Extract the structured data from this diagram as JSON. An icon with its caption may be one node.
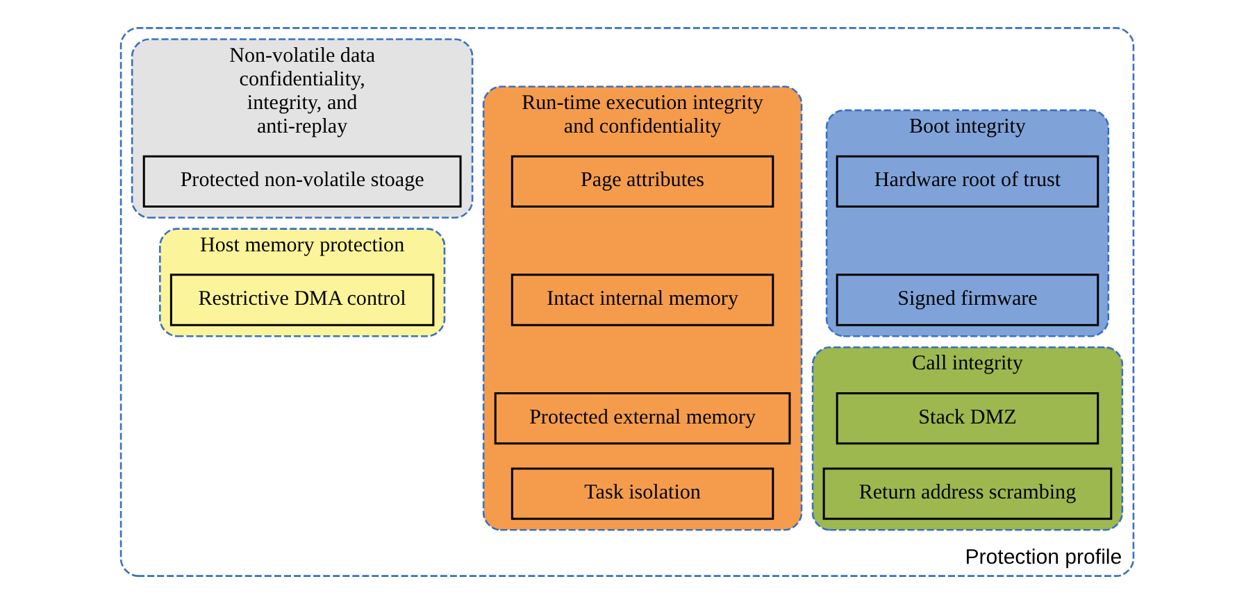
{
  "diagram": {
    "nodes": [
      {
        "text": [
          "Protection profile"
        ]
      },
      {
        "text": [
          "Boot integrity"
        ],
        "in": 0
      },
      {
        "text": [
          "Hardware root of trust"
        ],
        "in": 1
      },
      {
        "text": [
          "Signed firmware"
        ],
        "in": 1
      },
      {
        "text": [
          "Call integrity"
        ],
        "in": 0
      },
      {
        "text": [
          "Stack DMZ"
        ],
        "in": 4
      },
      {
        "text": [
          "Return address scrambing"
        ],
        "in": 4
      },
      {
        "text": [
          "Run-time execution integrity and confidentiality"
        ],
        "in": 0
      },
      {
        "text": [
          "Page attributes"
        ],
        "in": 7
      },
      {
        "text": [
          "Intact internal memory"
        ],
        "in": 7
      },
      {
        "text": [
          "Protected external memory"
        ],
        "in": 7
      },
      {
        "text": [
          "Task isolation"
        ],
        "in": 7
      },
      {
        "text": [
          "Non-volatile data confidentiality, integrity, and anti-replay"
        ],
        "in": 0
      },
      {
        "text": [
          "Protected non-volatile stoage"
        ],
        "in": 12
      },
      {
        "text": [
          "Host memory protection"
        ],
        "in": 0
      },
      {
        "text": [
          "Restrictive DMA control"
        ],
        "in": 14
      }
    ]
  }
}
